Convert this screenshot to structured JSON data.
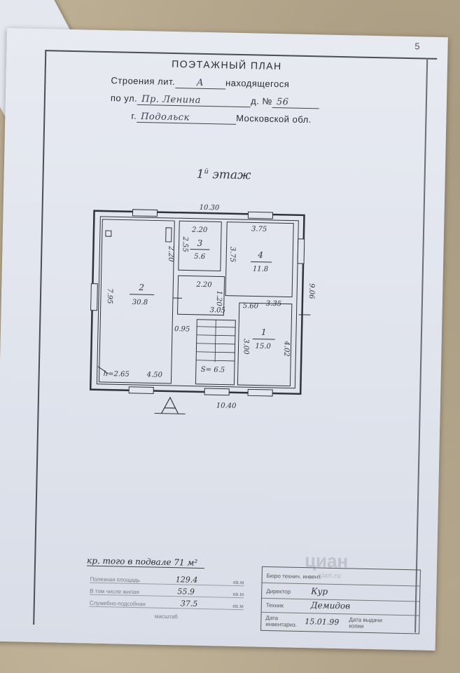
{
  "page_number": "5",
  "header": {
    "title": "ПОЭТАЖНЫЙ ПЛАН",
    "line1_prefix": "Строения лит. ",
    "line1_hand": "А",
    "line1_suffix": " находящегося",
    "line2_prefix": "по ул. ",
    "line2_hand": "Пр. Ленина",
    "line2_mid": " д. № ",
    "line2_num": "56",
    "line3_prefix": "г. ",
    "line3_hand": "Подольск",
    "line3_suffix": " Московской обл."
  },
  "floor_label": "этаж",
  "floor_number": "1",
  "plan": {
    "dims": {
      "top": "10.30",
      "bottom": "10.40",
      "right": "9.06",
      "left_room": "7.95",
      "r3_top": "2.20",
      "r3_side": "2.55",
      "r3_left": "2.20",
      "r4_top": "3.75",
      "r4_side": "3.75",
      "hall_top": "2.20",
      "hall_side": "1.20",
      "hall_bottom": "3.05",
      "r1_w1": "5.60",
      "r1_w2": "3.35",
      "r1_h": "3.00",
      "r1_side": "4.02",
      "stair_w": "0.95",
      "r2_bottom_h": "h=2.65",
      "r2_bottom_w": "4.50",
      "stair_area": "S= 6.5"
    },
    "rooms": [
      {
        "num": "2",
        "area": "30.8"
      },
      {
        "num": "3",
        "area": "5.6"
      },
      {
        "num": "4",
        "area": "11.8"
      },
      {
        "num": "1",
        "area": "15.0"
      }
    ],
    "letter": "А"
  },
  "note": "кр. того в подвале 71 м²",
  "areas": [
    {
      "label": "Полезная площадь",
      "value": "129.4",
      "unit": "кв.м"
    },
    {
      "label": "В том числе жилая",
      "value": "55.9",
      "unit": "кв.м"
    },
    {
      "label": "Служебно-подсобная",
      "value": "37.5",
      "unit": "кв.м"
    }
  ],
  "areas_footer": "масштаб",
  "stamp": {
    "row1": "Бюро технич. инвент.",
    "row2": "Директор",
    "row3": "Техник",
    "row2_sig": "Кур",
    "row3_sig": "Демидов",
    "date_label": "Дата инвентариз.",
    "date_value": "15.01.99",
    "issue_label": "Дата выдачи копии"
  },
  "watermark": "циан",
  "watermark_small": "cian.ru"
}
